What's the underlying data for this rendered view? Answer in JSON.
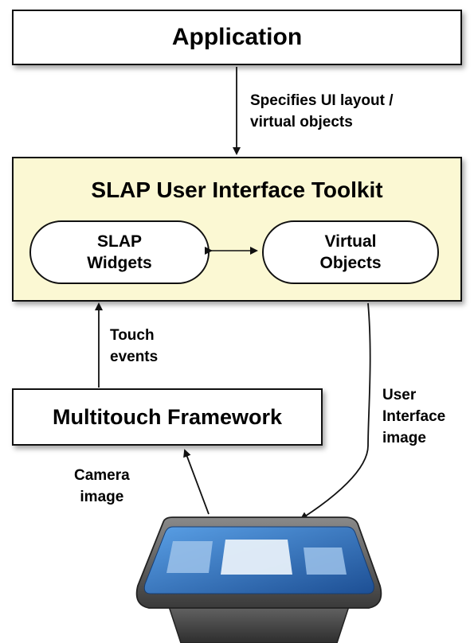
{
  "nodes": {
    "application": "Application",
    "toolkit": "SLAP User Interface Toolkit",
    "slap_widgets": "SLAP\nWidgets",
    "virtual_objects": "Virtual\nObjects",
    "multitouch_framework": "Multitouch Framework"
  },
  "edge_labels": {
    "specifies": "Specifies UI layout /\nvirtual objects",
    "touch_events": "Touch\nevents",
    "ui_image": "User\nInterface\nimage",
    "camera_image": "Camera\nimage"
  },
  "colors": {
    "toolkit_fill": "#fbf8d3",
    "screen_blue": "#2b6fbf",
    "table_gray": "#555555"
  },
  "icons": {
    "tabletop": "multitouch-table-icon"
  }
}
